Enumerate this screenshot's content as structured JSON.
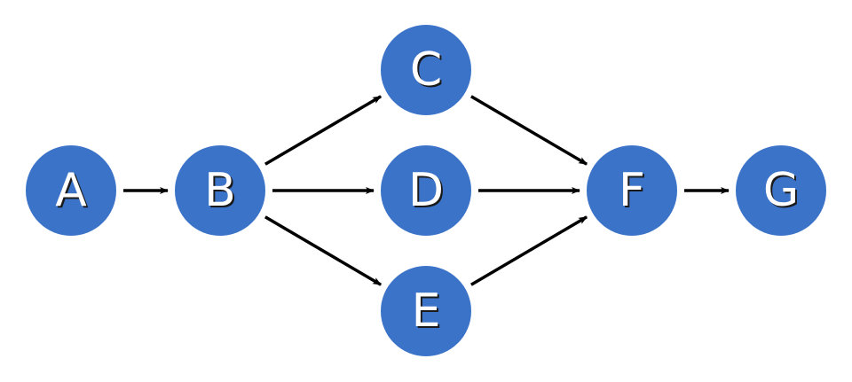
{
  "colors": {
    "node_fill": "#3b73c9",
    "node_text": "#ffffff",
    "edge": "#000000",
    "background": "#ffffff"
  },
  "nodes": [
    {
      "id": "A",
      "label": "A"
    },
    {
      "id": "B",
      "label": "B"
    },
    {
      "id": "C",
      "label": "C"
    },
    {
      "id": "D",
      "label": "D"
    },
    {
      "id": "E",
      "label": "E"
    },
    {
      "id": "F",
      "label": "F"
    },
    {
      "id": "G",
      "label": "G"
    }
  ],
  "edges": [
    {
      "from": "A",
      "to": "B"
    },
    {
      "from": "B",
      "to": "C"
    },
    {
      "from": "B",
      "to": "D"
    },
    {
      "from": "B",
      "to": "E"
    },
    {
      "from": "C",
      "to": "F"
    },
    {
      "from": "D",
      "to": "F"
    },
    {
      "from": "E",
      "to": "F"
    },
    {
      "from": "F",
      "to": "G"
    }
  ]
}
